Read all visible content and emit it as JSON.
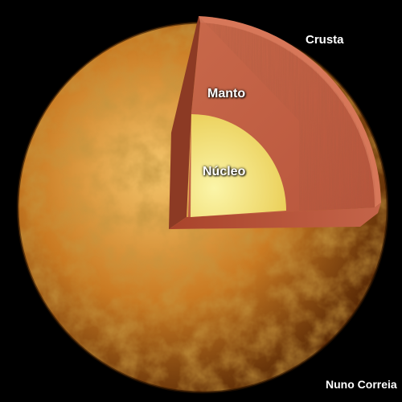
{
  "labels": {
    "crust": "Crusta",
    "mantle": "Manto",
    "core": "Núcleo",
    "credit": "Nuno Correia"
  },
  "colors": {
    "background": "#000000",
    "surface_light": "#f3c46a",
    "surface_mid": "#c97a22",
    "surface_dark": "#5a2a06",
    "crust_layer": "#c8684a",
    "mantle_layer": "#b8553c",
    "core_inner": "#fbf5a8",
    "core_outer": "#e9cc52",
    "label_text": "#ffffff"
  }
}
